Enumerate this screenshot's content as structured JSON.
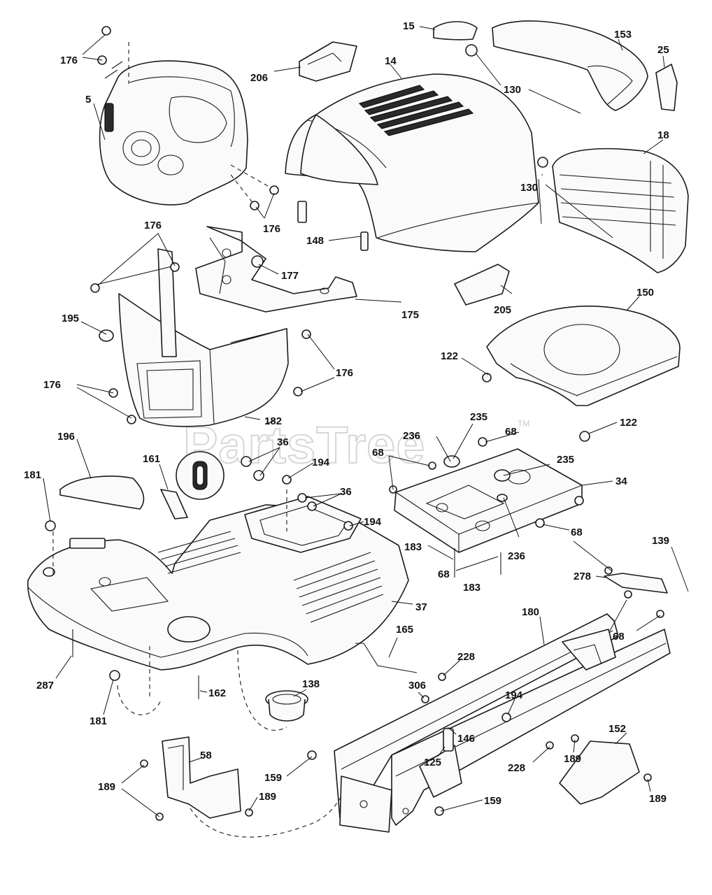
{
  "diagram": {
    "watermark": "PartsTree",
    "trademark": "TM",
    "callouts": {
      "c5": "5",
      "c14": "14",
      "c15": "15",
      "c18": "18",
      "c25": "25",
      "c34": "34",
      "c36a": "36",
      "c36b": "36",
      "c37": "37",
      "c58": "58",
      "c68a": "68",
      "c68b": "68",
      "c68c": "68",
      "c68d": "68",
      "c68e": "68",
      "c122a": "122",
      "c122b": "122",
      "c125": "125",
      "c130a": "130",
      "c130b": "130",
      "c138": "138",
      "c139": "139",
      "c146": "146",
      "c148": "148",
      "c150": "150",
      "c152": "152",
      "c153": "153",
      "c159a": "159",
      "c159b": "159",
      "c161": "161",
      "c162": "162",
      "c165": "165",
      "c175": "175",
      "c176a": "176",
      "c176b": "176",
      "c176c": "176",
      "c176d": "176",
      "c176e": "176",
      "c177": "177",
      "c180": "180",
      "c181a": "181",
      "c181b": "181",
      "c182": "182",
      "c183a": "183",
      "c183b": "183",
      "c189a": "189",
      "c189b": "189",
      "c189c": "189",
      "c189d": "189",
      "c194a": "194",
      "c194b": "194",
      "c194c": "194",
      "c195": "195",
      "c196": "196",
      "c205": "205",
      "c206": "206",
      "c228a": "228",
      "c228b": "228",
      "c235a": "235",
      "c235b": "235",
      "c236a": "236",
      "c236b": "236",
      "c278": "278",
      "c287": "287",
      "c306": "306"
    }
  }
}
